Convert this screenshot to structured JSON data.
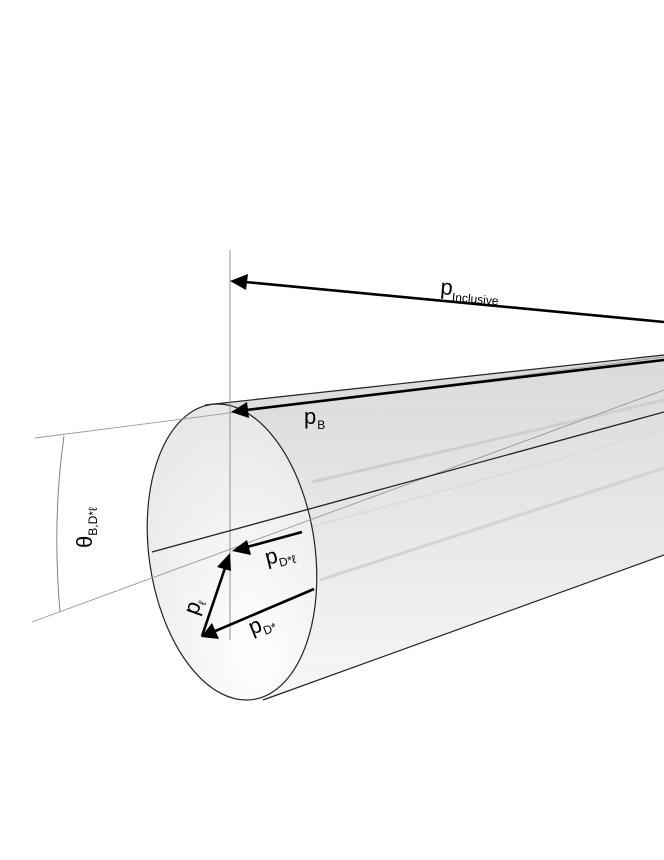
{
  "labels": {
    "p_inclusive": {
      "main": "p",
      "sub": "Inclusive"
    },
    "p_b": {
      "main": "p",
      "sub": "B"
    },
    "p_dl": {
      "main": "p",
      "sub": "D*ℓ"
    },
    "p_l": {
      "main": "p",
      "sub": "ℓ"
    },
    "p_d": {
      "main": "p",
      "sub": "D*"
    },
    "theta": {
      "main": "θ",
      "sub": "B,D*ℓ"
    }
  }
}
